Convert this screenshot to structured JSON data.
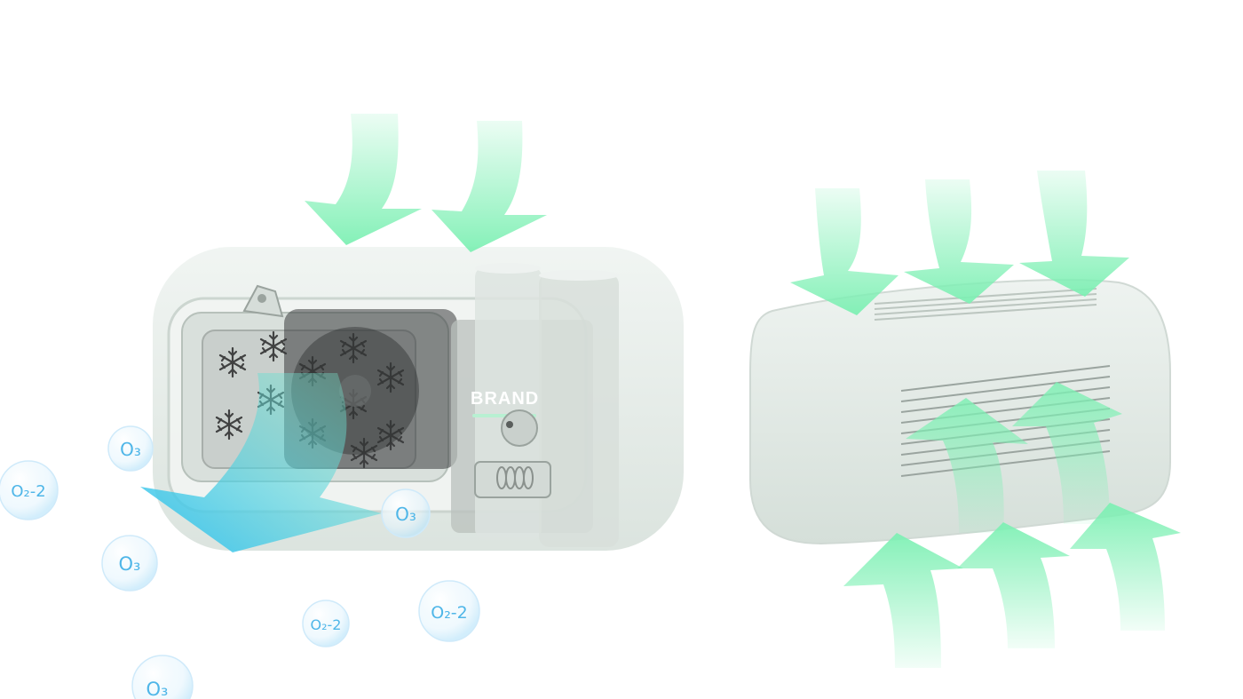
{
  "device": {
    "brand_label": "BRAND",
    "body_color": "#e3ebe6",
    "accent_airflow": "#7ef0b4",
    "accent_coldflow": "#3fc6ee"
  },
  "bubbles": [
    {
      "label": "O₃"
    },
    {
      "label": "O₂-2"
    },
    {
      "label": "O₃"
    },
    {
      "label": "O₂-2"
    },
    {
      "label": "O₂-2"
    },
    {
      "label": "O₃"
    },
    {
      "label": "O₃"
    }
  ]
}
